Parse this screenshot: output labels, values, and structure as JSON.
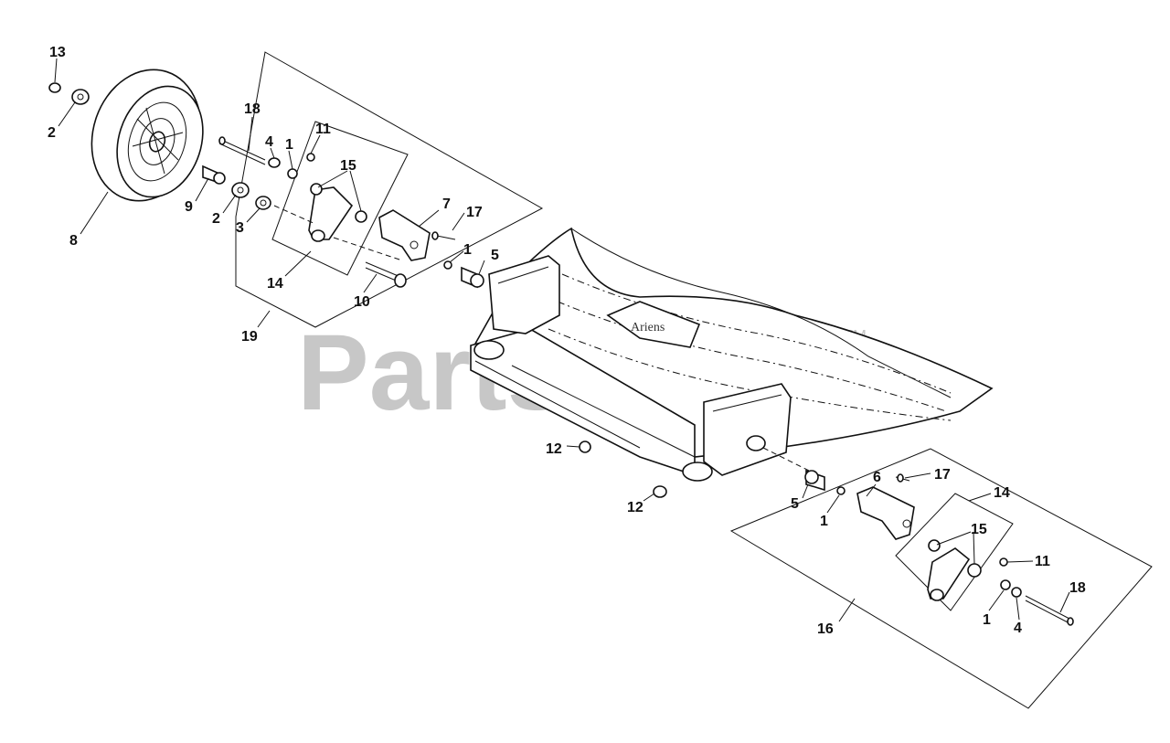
{
  "watermark": {
    "text": "PartsTree",
    "trademark": "TM"
  },
  "callouts": {
    "c13": "13",
    "c2a": "2",
    "c8": "8",
    "c18a": "18",
    "c4a": "4",
    "c1a": "1",
    "c11a": "11",
    "c15a": "15",
    "c9": "9",
    "c2b": "2",
    "c3": "3",
    "c7": "7",
    "c17a": "17",
    "c1b": "1",
    "c5a": "5",
    "c14a": "14",
    "c10": "10",
    "c19": "19",
    "c12a": "12",
    "c12b": "12",
    "c5b": "5",
    "c1c": "1",
    "c6": "6",
    "c17b": "17",
    "c14b": "14",
    "c15b": "15",
    "c11b": "11",
    "c18b": "18",
    "c1d": "1",
    "c4b": "4",
    "c16": "16"
  }
}
